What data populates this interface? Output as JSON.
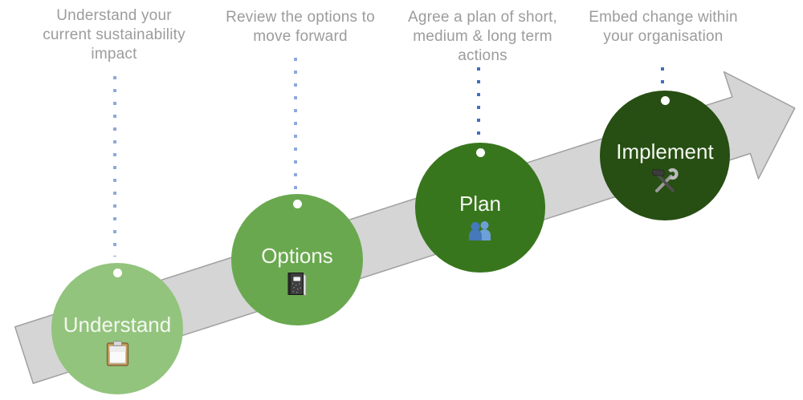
{
  "palette": {
    "caption_text": "#9c9c9c",
    "label_text": "#f4f8f1",
    "connector_light_blue": "#8ea9dc",
    "connector_dark_blue": "#4170bc"
  },
  "arrow": {
    "fill": "#d5d5d5",
    "stroke": "#a0a0a0"
  },
  "steps": [
    {
      "caption_lines": [
        "Understand your",
        "current sustainability",
        "impact"
      ],
      "label": "Understand",
      "icon": "clipboard-icon",
      "circle_color": "#93c47d",
      "connector_color": "#8ea9dc"
    },
    {
      "caption_lines": [
        "Review the options to",
        "move forward"
      ],
      "label": "Options",
      "icon": "notebook-icon",
      "circle_color": "#6aa84f",
      "connector_color": "#8ea9dc"
    },
    {
      "caption_lines": [
        "Agree a plan of short,",
        "medium & long term",
        "actions"
      ],
      "label": "Plan",
      "icon": "two-people-icon",
      "circle_color": "#38761d",
      "connector_color": "#4170bc"
    },
    {
      "caption_lines": [
        "Embed change within",
        "your organisation"
      ],
      "label": "Implement",
      "icon": "hammer-wrench-icon",
      "circle_color": "#274e13",
      "connector_color": "#4170bc"
    }
  ]
}
